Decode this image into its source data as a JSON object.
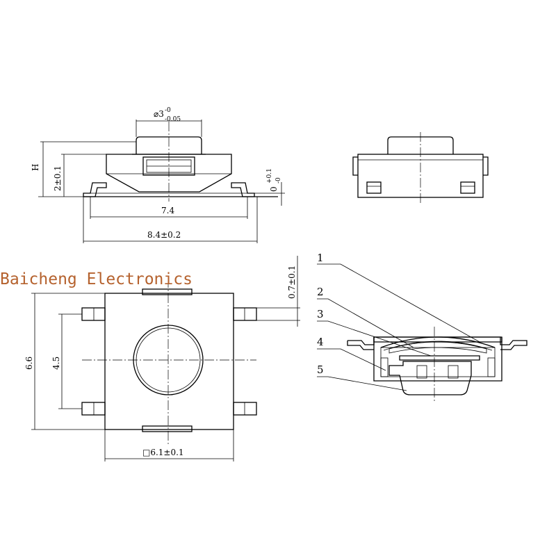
{
  "watermark": "Baicheng Electronics",
  "dimensions": {
    "button_diameter": "⌀3",
    "button_diameter_tol_upper": "-0",
    "button_diameter_tol_lower": "-0.05",
    "height_symbol": "H",
    "body_height": "2±0.1",
    "lead_offset": "0",
    "lead_offset_tol_upper": "+0.1",
    "lead_offset_tol_lower": "-0",
    "body_length": "7.4",
    "total_length": "8.4±0.2",
    "lead_thickness": "0.7±0.1",
    "total_width": "6.6",
    "lead_pitch": "4.5",
    "body_square": "□6.1±0.1"
  },
  "part_callouts": [
    "1",
    "2",
    "3",
    "4",
    "5"
  ]
}
